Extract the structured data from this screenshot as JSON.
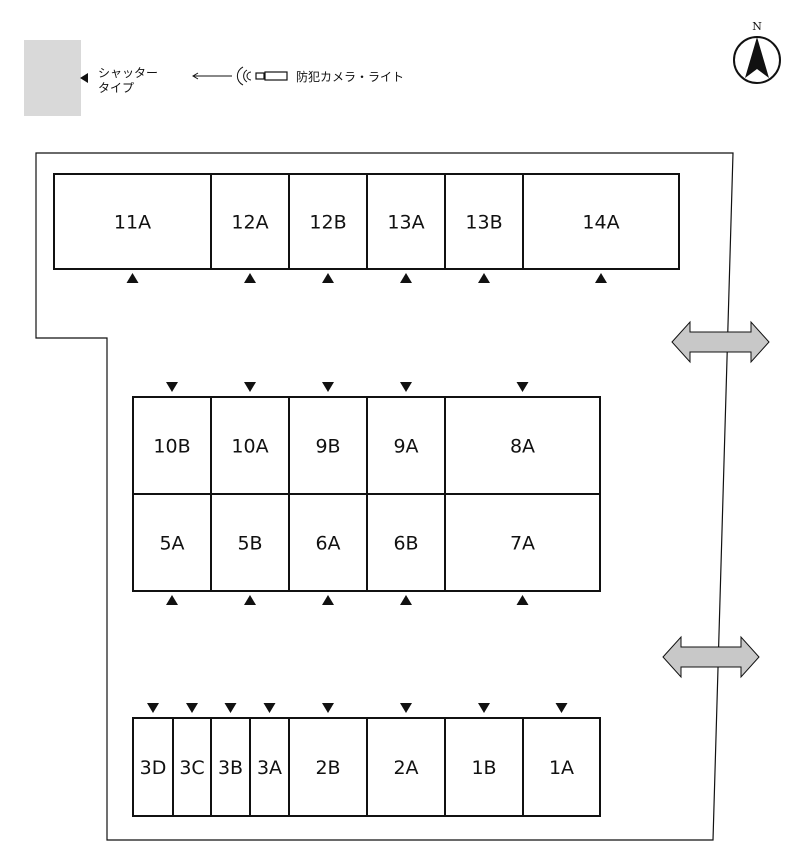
{
  "legend": {
    "shutter_label_line1": "シャッター",
    "shutter_label_line2": "タイプ",
    "camera_label": "防犯カメラ・ライト"
  },
  "compass": {
    "north_label": "N"
  },
  "colors": {
    "shutter_swatch": "#d9d9d9",
    "arrow_fill": "#c8c8c8",
    "line": "#111111"
  },
  "units": {
    "row_top": [
      "11A",
      "12A",
      "12B",
      "13A",
      "13B",
      "14A"
    ],
    "block_upper": [
      "10B",
      "10A",
      "9B",
      "9A",
      "8A"
    ],
    "block_lower": [
      "5A",
      "5B",
      "6A",
      "6B",
      "7A"
    ],
    "row_bottom": [
      "3D",
      "3C",
      "3B",
      "3A",
      "2B",
      "2A",
      "1B",
      "1A"
    ]
  }
}
